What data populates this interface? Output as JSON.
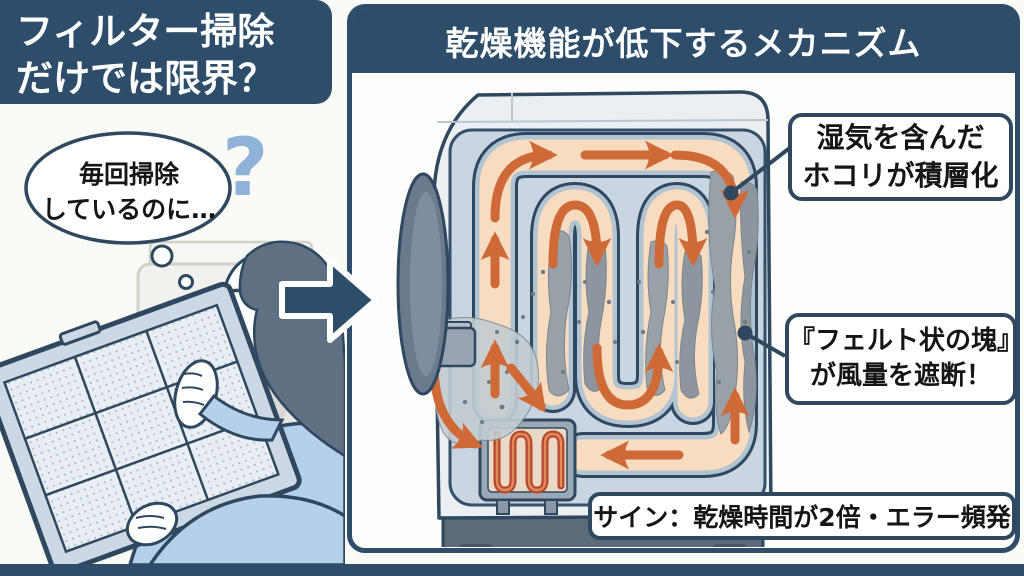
{
  "left_panel": {
    "title_line1": "フィルター掃除",
    "title_line2": "だけでは限界？",
    "thought_bubble_line1": "毎回掃除",
    "thought_bubble_line2": "しているのに…",
    "question_mark": "?"
  },
  "right_panel": {
    "title": "乾燥機能が低下するメカニズム",
    "callout_dust_line1": "湿気を含んだ",
    "callout_dust_line2": "ホコリが積層化",
    "callout_felt_line1": "『フェルト状の塊』",
    "callout_felt_line2": "が風量を遮断！",
    "footer_banner": "サイン：乾燥時間が2倍・エラー頻発"
  },
  "icons": {
    "question_mark_icon": "question-mark",
    "transition_arrow_icon": "right-arrow",
    "airflow_arrow_icon": "orange-airflow-arrow",
    "callout_leader_dot": "navy-dot",
    "thought_bubble_icon": "thought-bubble"
  },
  "colors": {
    "navy": "#2e4d6b",
    "outline": "#2f4860",
    "duct_peach": "#f8dcc0",
    "airflow_orange": "#cf6a38",
    "dust_gray": "#99a2a9",
    "question_blue": "#8fb3d8",
    "machine_body": "#eceff1",
    "machine_panel": "#c9d5e1",
    "heater_red": "#b5472b",
    "shirt_blue": "#b7d0e9"
  }
}
